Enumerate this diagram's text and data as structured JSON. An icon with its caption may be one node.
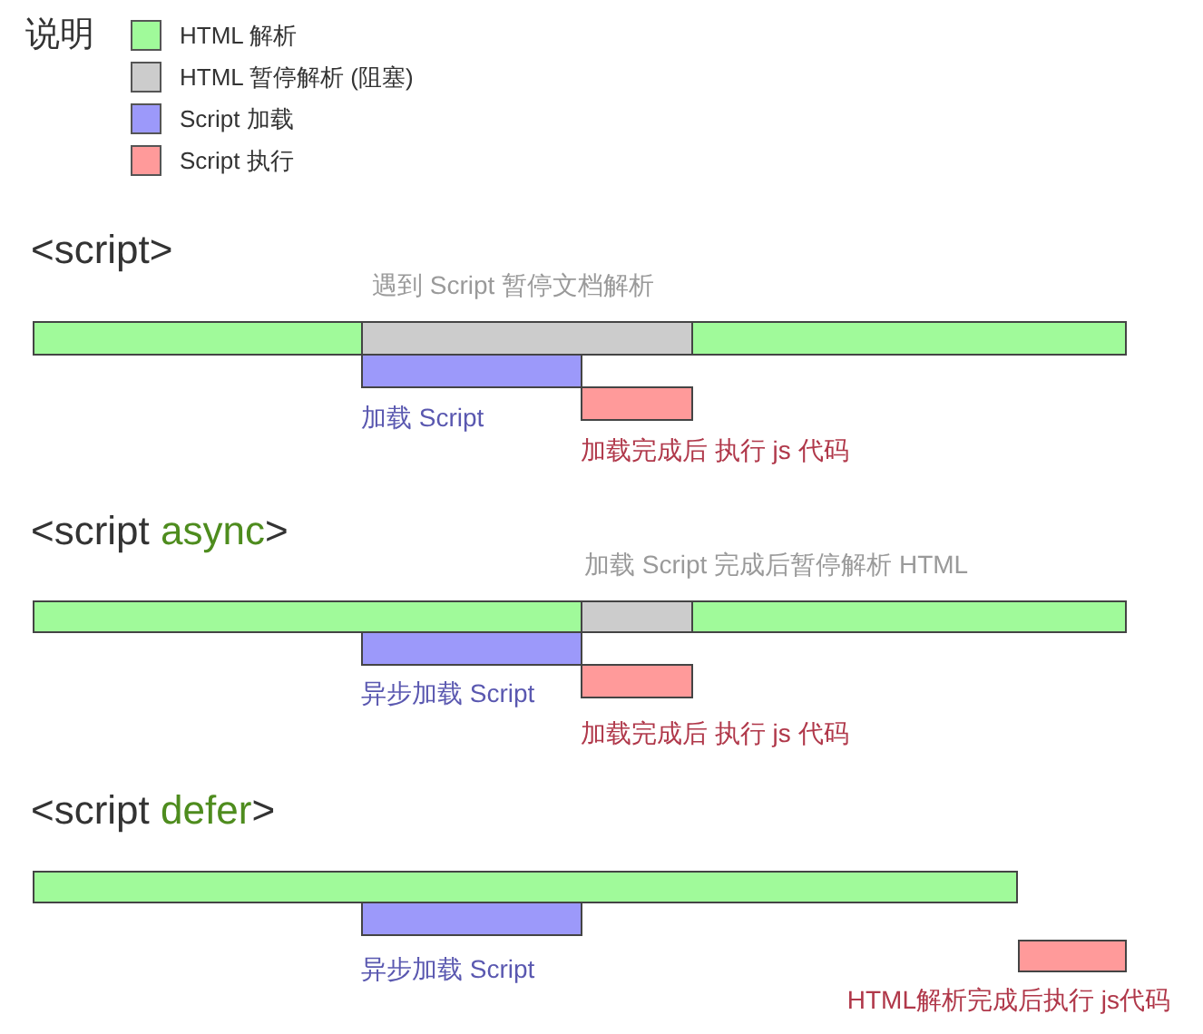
{
  "diagram": {
    "nodes": [
      {
        "text": [],
        "shape": "bar"
      },
      {
        "text": [],
        "shape": "bar",
        "beside": [
          "遇到 Script 暂停文档解析"
        ]
      },
      {
        "text": [],
        "shape": "bar"
      },
      {
        "text": [],
        "shape": "bar",
        "beside": [
          "加载 Script"
        ]
      },
      {
        "text": [],
        "shape": "bar",
        "beside": [
          "加载完成后 执行 js 代码"
        ]
      },
      {
        "text": [],
        "shape": "bar"
      },
      {
        "text": [],
        "shape": "bar",
        "beside": [
          "加载 Script 完成后暂停解析 HTML"
        ]
      },
      {
        "text": [],
        "shape": "bar"
      },
      {
        "text": [],
        "shape": "bar",
        "beside": [
          "异步加载 Script"
        ]
      },
      {
        "text": [],
        "shape": "bar",
        "beside": [
          "加载完成后 执行 js 代码"
        ]
      },
      {
        "text": [],
        "shape": "bar"
      },
      {
        "text": [],
        "shape": "bar",
        "beside": [
          "异步加载 Script"
        ]
      },
      {
        "text": [],
        "shape": "bar",
        "beside": [
          "HTML解析完成后执行 js代码"
        ]
      }
    ],
    "labels": [
      "说明",
      "<script>",
      "<script async>",
      "<script defer>"
    ],
    "legend": [
      {
        "text": "HTML 解析",
        "color": "#a0fa9a"
      },
      {
        "text": "HTML 暂停解析 (阻塞)",
        "color": "#cccccc"
      },
      {
        "text": "Script 加载",
        "color": "#9c99fa"
      },
      {
        "text": "Script 执行",
        "color": "#ff9a9a"
      }
    ]
  }
}
